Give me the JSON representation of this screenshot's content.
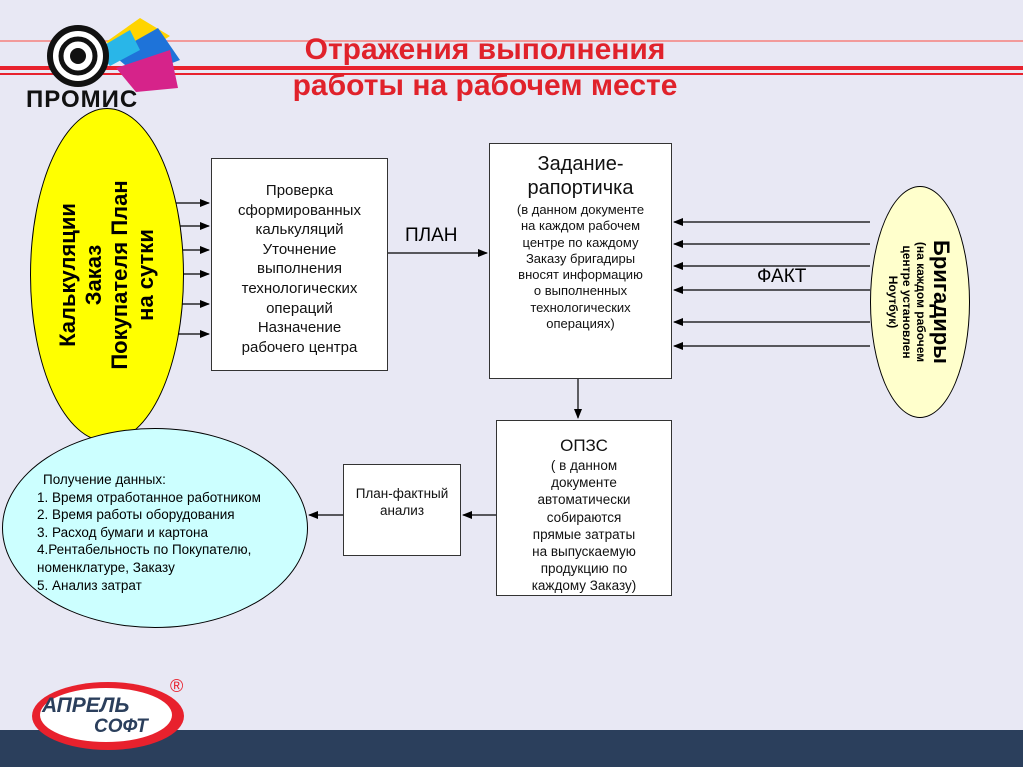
{
  "header": {
    "title_line1": "Отражения выполнения",
    "title_line2": "работы на рабочем месте",
    "logo_text": "ПРОМИС"
  },
  "left_ellipse": {
    "lines": [
      "Калькуляции",
      "Заказ",
      "Покупателя План",
      "на сутки"
    ]
  },
  "right_ellipse": {
    "title": "Бригадиры",
    "subtitle_lines": [
      "(на каждом рабочем",
      "центре установлен",
      "Ноутбук)"
    ]
  },
  "check_box": {
    "lines": [
      "Проверка",
      "сформированных",
      "калькуляций",
      "Уточнение",
      "выполнения",
      "технологических",
      "операций",
      "Назначение",
      "рабочего центра"
    ]
  },
  "plan_label": "ПЛАН",
  "fact_label": "ФАКТ",
  "task_box": {
    "title_line1": "Задание-",
    "title_line2": "рапортичка",
    "lines": [
      "(в данном документе",
      "на каждом рабочем",
      "центре по каждому",
      "Заказу бригадиры",
      "вносят информацию",
      "о выполненных",
      "технологических",
      "операциях)"
    ]
  },
  "opzs_box": {
    "title": "ОПЗС",
    "lines": [
      "( в данном",
      "документе",
      "автоматически",
      "собираются",
      "прямые затраты",
      "на выпускаемую",
      "продукцию по",
      "каждому Заказу)"
    ]
  },
  "plan_fact_box": {
    "lines": [
      "План-фактный",
      "анализ"
    ]
  },
  "result_ellipse": {
    "lines": [
      "Получение данных:",
      "1. Время отработанное работником",
      "2. Время работы оборудования",
      "3. Расход бумаги и картона",
      "4.Рентабельность по Покупателю,",
      "номенклатуре, Заказу",
      "5. Анализ затрат"
    ]
  },
  "footer": {
    "logo_line1": "АПРЕЛЬ",
    "logo_line2": "СОФТ",
    "registered_mark": "®"
  },
  "colors": {
    "accent_red": "#e8212d",
    "title_red": "#e0222b",
    "ellipse_yellow": "#ffff00",
    "ellipse_light_yellow": "#ffffcc",
    "ellipse_light_blue": "#ccffff",
    "footer_navy": "#2b3f5c"
  }
}
